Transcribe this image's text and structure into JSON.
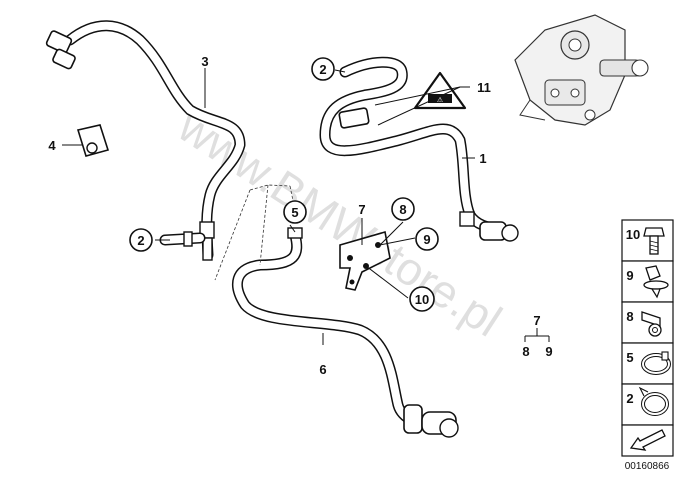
{
  "watermark": "www.BMWstore.pl",
  "drawing_code": "00160866",
  "callouts": {
    "c1": "1",
    "c2a": "2",
    "c2b": "2",
    "c3": "3",
    "c4": "4",
    "c5": "5",
    "c6": "6",
    "c7a": "7",
    "c7b": "7",
    "c8a": "8",
    "c8b": "8",
    "c9a": "9",
    "c9b": "9",
    "c10": "10",
    "c11": "11"
  },
  "parts_list": [
    "10",
    "9",
    "8",
    "5",
    "2"
  ],
  "colors": {
    "line": "#111111",
    "watermark": "#d8d8d8",
    "background": "#ffffff"
  }
}
